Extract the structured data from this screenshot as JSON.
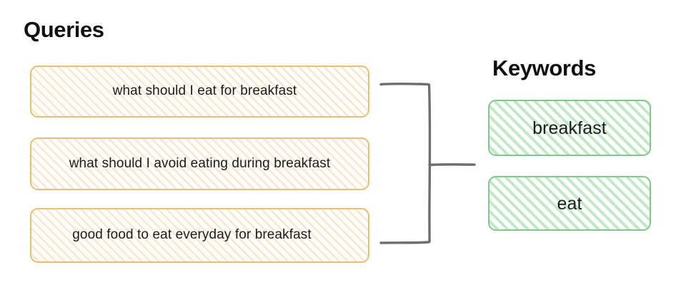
{
  "diagram": {
    "background_color": "#ffffff",
    "queries": {
      "heading": "Queries",
      "accent_color": "#e8bf74",
      "items": [
        {
          "text": "what should I eat for breakfast"
        },
        {
          "text": "what should I avoid eating during breakfast"
        },
        {
          "text": "good food to eat everyday for breakfast"
        }
      ]
    },
    "keywords": {
      "heading": "Keywords",
      "accent_color": "#7fc98a",
      "items": [
        {
          "text": "breakfast"
        },
        {
          "text": "eat"
        }
      ]
    },
    "connector": {
      "name": "bracket",
      "color": "#6e6e6e",
      "description": "hand-drawn bracket grouping the three queries to the keywords"
    }
  }
}
